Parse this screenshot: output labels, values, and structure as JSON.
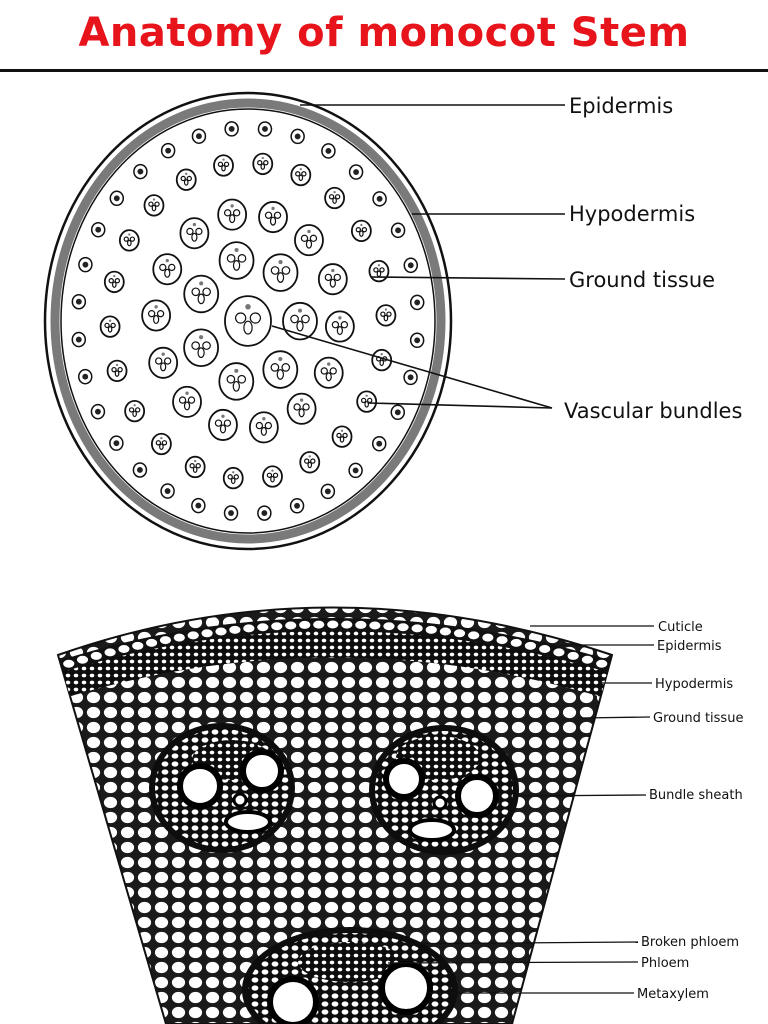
{
  "title": "Anatomy of monocot Stem",
  "colors": {
    "title": "#e8141b",
    "ink": "#111111",
    "band": "#7a7a7a"
  },
  "diagram1": {
    "labels": {
      "epidermis": "Epidermis",
      "hypodermis": "Hypodermis",
      "ground_tissue": "Ground tissue",
      "vascular_bundles": "Vascular bundles"
    }
  },
  "diagram2": {
    "labels": {
      "cuticle": "Cuticle",
      "epidermis": "Epidermis",
      "hypodermis": "Hypodermis",
      "ground_tissue": "Ground tissue",
      "bundle_sheath": "Bundle sheath",
      "broken_phloem": "Broken phloem",
      "phloem": "Phloem",
      "metaxylem": "Metaxylem"
    }
  }
}
